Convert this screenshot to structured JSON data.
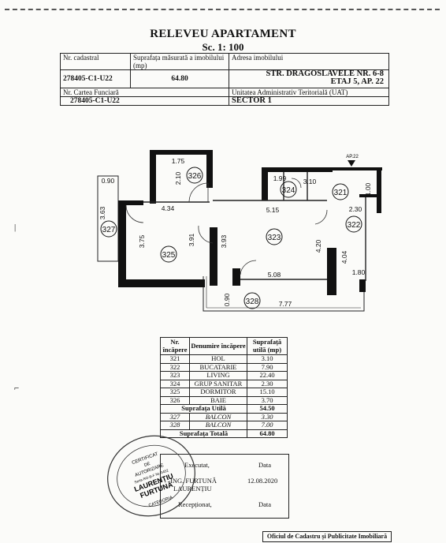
{
  "header": {
    "title": "RELEVEU APARTAMENT",
    "scale": "Sc. 1: 100"
  },
  "info_table": {
    "cadastral_label": "Nr. cadastral",
    "cadastral_value": "278405-C1-U22",
    "area_label": "Suprafața măsurată a imobilului (mp)",
    "area_value": "64.80",
    "address_label": "Adresa imobilului",
    "address_line1": "STR. DRAGOSLAVELE NR. 6-8",
    "address_line2": "ETAJ 5, AP. 22",
    "land_book_label": "Nr. Cartea Funciară",
    "land_book_value": "278405-C1-U22",
    "uat_label": "Unitatea Administrativ Teritorială (UAT)",
    "uat_value": "SECTOR 1"
  },
  "floor_plan": {
    "room_numbers": [
      "326",
      "324",
      "321",
      "327",
      "325",
      "323",
      "322",
      "328"
    ],
    "entry_label": "AP.22",
    "dimensions": [
      "1.75",
      "2.10",
      "0.90",
      "4.34",
      "3.63",
      "3.75",
      "3.91",
      "1.99",
      "3.10",
      "1.00",
      "5.15",
      "2.30",
      "3.93",
      "4.20",
      "4.04",
      "5.08",
      "1.80",
      "0.90",
      "7.77"
    ]
  },
  "rooms_table": {
    "headers": [
      "Nr. încăpere",
      "Denumire încăpere",
      "Suprafață utilă (mp)"
    ],
    "rows": [
      [
        "321",
        "HOL",
        "3.10"
      ],
      [
        "322",
        "BUCATARIE",
        "7.90"
      ],
      [
        "323",
        "LIVING",
        "22.40"
      ],
      [
        "324",
        "GRUP SANITAR",
        "2.30"
      ],
      [
        "325",
        "DORMITOR",
        "15.10"
      ],
      [
        "326",
        "BAIE",
        "3.70"
      ]
    ],
    "useful_label": "Suprafața Utilă",
    "useful_value": "54.50",
    "balconies": [
      [
        "327",
        "BALCON",
        "3.30"
      ],
      [
        "328",
        "BALCON",
        "7.00"
      ]
    ],
    "total_label": "Suprafața Totală",
    "total_value": "64.80"
  },
  "signatures": {
    "executed_label": "Executat,",
    "date_label": "Data",
    "executor_name_1": "ING. FURTUNĂ",
    "executor_name_2": "LAURENȚIU",
    "date_value": "12.08.2020",
    "received_label": "Recepționat,",
    "date_label_2": "Data"
  },
  "stamp": {
    "line1": "CERTIFICAT",
    "line2": "DE",
    "line3": "AUTORIZARE",
    "line4": "Seria RO-B-F Nr. 0452",
    "name1": "LAURENȚIU",
    "name2": "FURTUNĂ",
    "category": "CATEGORIA"
  },
  "footer": {
    "office": "Oficiul de Cadastru și Publicitate Imobiliară"
  }
}
